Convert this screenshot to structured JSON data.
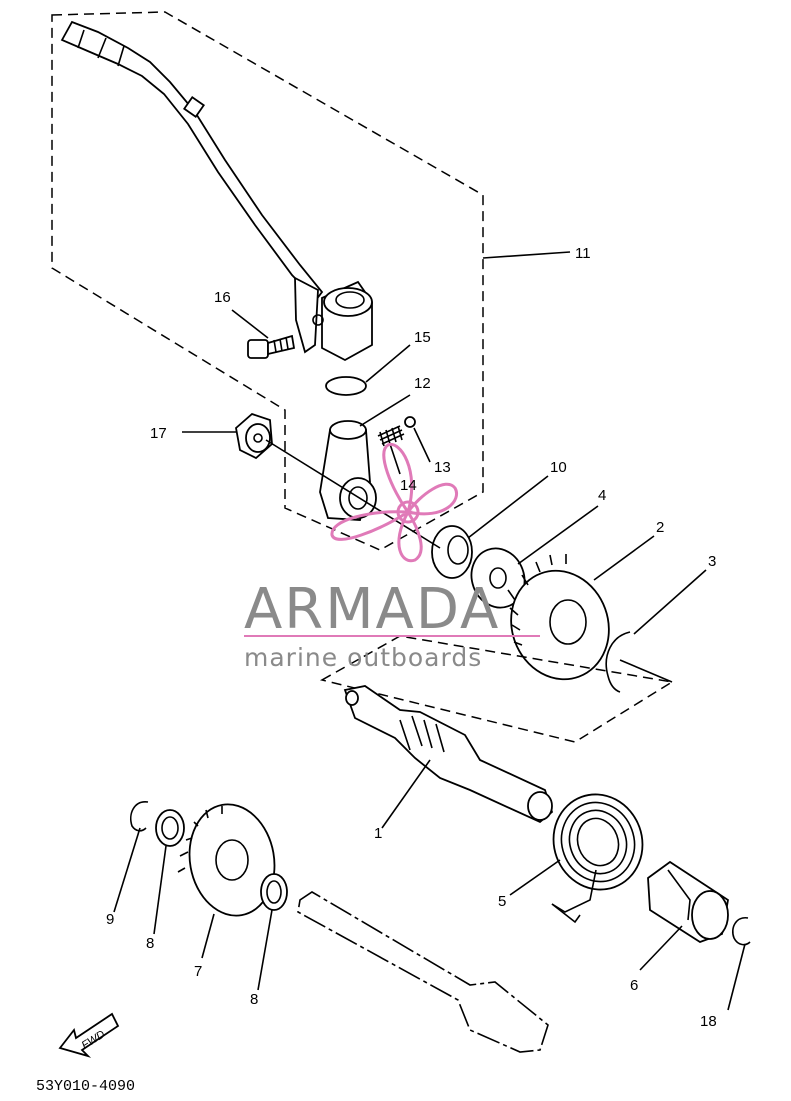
{
  "labels": {
    "p1": "1",
    "p2": "2",
    "p3": "3",
    "p4": "4",
    "p5": "5",
    "p6": "6",
    "p7": "7",
    "p8a": "8",
    "p8b": "8",
    "p9": "9",
    "p10": "10",
    "p11": "11",
    "p12": "12",
    "p13": "13",
    "p14": "14",
    "p15": "15",
    "p16": "16",
    "p17": "17",
    "p18": "18"
  },
  "watermark": {
    "brand": "ARMADA",
    "tagline": "marine outboards"
  },
  "fwd_label": "FWD",
  "diagram_code": "53Y010-4090",
  "colors": {
    "watermark_pink": "#e07ab8",
    "watermark_gray": "#8a8a8a",
    "line": "#000000"
  }
}
